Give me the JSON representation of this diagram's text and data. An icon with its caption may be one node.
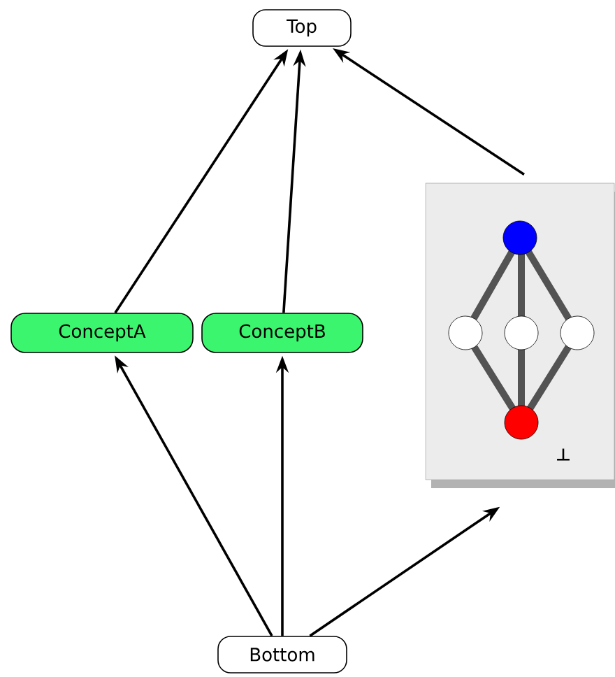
{
  "diagram": {
    "nodes": [
      {
        "text": [
          "Top"
        ]
      },
      {
        "text": [
          "ConceptA"
        ]
      },
      {
        "text": [
          "ConceptB"
        ]
      },
      {
        "text": [
          "Bottom"
        ]
      },
      {
        "text": [
          "⊥"
        ]
      }
    ],
    "edges": [
      {
        "from": 1,
        "to": 0,
        "arrow": "to"
      },
      {
        "from": 2,
        "to": 0,
        "arrow": "to"
      },
      {
        "from": 4,
        "to": 0,
        "arrow": "to"
      },
      {
        "from": 3,
        "to": 1,
        "arrow": "to"
      },
      {
        "from": 3,
        "to": 2,
        "arrow": "to"
      },
      {
        "from": 3,
        "to": 4,
        "arrow": "to"
      }
    ]
  }
}
